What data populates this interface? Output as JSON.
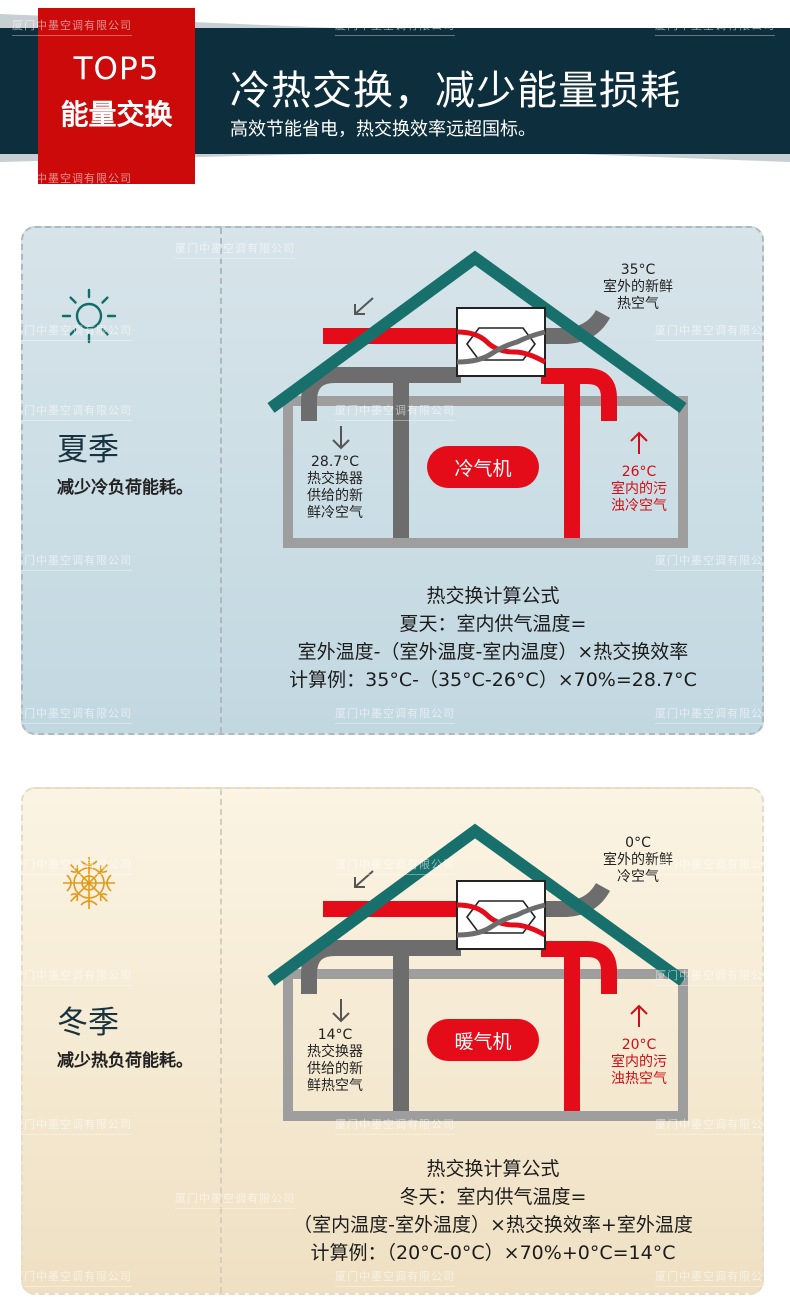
{
  "header": {
    "tag_top": "TOP5",
    "tag_bottom": "能量交换",
    "title": "冷热交换，减少能量损耗",
    "subtitle": "高效节能省电，热交换效率远超国标。"
  },
  "watermark": "厦门中墨空调有限公司",
  "colors": {
    "banner": "#0d2f3d",
    "tag_red": "#cc0a0a",
    "duct_red": "#e30c18",
    "duct_gray": "#6d6d6d",
    "roof_teal": "#17706c",
    "wall_gray": "#9e9e9e",
    "summer_bg": "#c9dde5",
    "winter_bg": "#f5ead2"
  },
  "summer": {
    "icon": "sun-icon",
    "season": "夏季",
    "desc": "减少冷负荷能耗。",
    "outdoor_temp": "35°C",
    "outdoor_label_1": "室外的新鲜",
    "outdoor_label_2": "热空气",
    "supply_temp": "28.7°C",
    "supply_label_1": "热交换器",
    "supply_label_2": "供给的新",
    "supply_label_3": "鲜冷空气",
    "indoor_temp": "26°C",
    "indoor_label_1": "室内的污",
    "indoor_label_2": "浊冷空气",
    "appliance": "冷气机",
    "formula": {
      "title": "热交换计算公式",
      "line1": "夏天：室内供气温度=",
      "line2": "室外温度-（室外温度-室内温度）×热交换效率",
      "line3": "计算例：35°C-（35°C-26°C）×70%=28.7°C"
    }
  },
  "winter": {
    "icon": "snowflake-icon",
    "season": "冬季",
    "desc": "减少热负荷能耗。",
    "outdoor_temp": "0°C",
    "outdoor_label_1": "室外的新鲜",
    "outdoor_label_2": "冷空气",
    "supply_temp": "14°C",
    "supply_label_1": "热交换器",
    "supply_label_2": "供给的新",
    "supply_label_3": "鲜热空气",
    "indoor_temp": "20°C",
    "indoor_label_1": "室内的污",
    "indoor_label_2": "浊热空气",
    "appliance": "暖气机",
    "formula": {
      "title": "热交换计算公式",
      "line1": "冬天：室内供气温度=",
      "line2": "（室内温度-室外温度）×热交换效率+室外温度",
      "line3": "计算例：（20°C-0°C）×70%+0°C=14°C"
    }
  }
}
